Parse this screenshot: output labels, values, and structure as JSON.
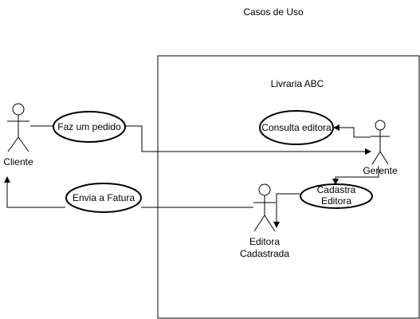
{
  "diagram": {
    "title": "Casos de Uso",
    "system_boundary": {
      "label": "Livraria ABC"
    },
    "actors": {
      "cliente": "Cliente",
      "gerente": "Gerente",
      "editora_line1": "Editora",
      "editora_line2": "Cadastrada"
    },
    "use_cases": {
      "faz_pedido": "Faz um pedido",
      "envia_fatura": "Envia a Fatura",
      "consulta_editora": "Consulta editora",
      "cadastra_line1": "Cadastra",
      "cadastra_line2": "Editora"
    },
    "colors": {
      "stroke": "#000000",
      "fill": "#ffffff",
      "text": "#000000"
    }
  }
}
